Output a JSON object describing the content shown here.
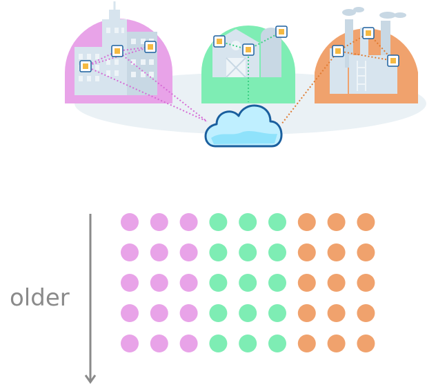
{
  "diagram": {
    "time_axis_label": "older",
    "sources": [
      {
        "id": "city",
        "color": "#e8a3e8",
        "icon": "city-buildings-icon"
      },
      {
        "id": "farm",
        "color": "#7eedb4",
        "icon": "farm-barn-icon"
      },
      {
        "id": "factory",
        "color": "#f0a26d",
        "icon": "factory-icon"
      }
    ],
    "cloud_icon": "cloud-icon",
    "sensor_icon": "sensor-chip-icon",
    "dot_grid": {
      "rows": 5,
      "columns_per_source": 3
    },
    "colors": {
      "platform": "#eaf1f5",
      "building": "#d7e4ee",
      "building_dark": "#b9cbd8",
      "cloud_fill": "#bfefff",
      "cloud_outline": "#1a5f9e",
      "arrow": "#8a8a8a"
    }
  }
}
